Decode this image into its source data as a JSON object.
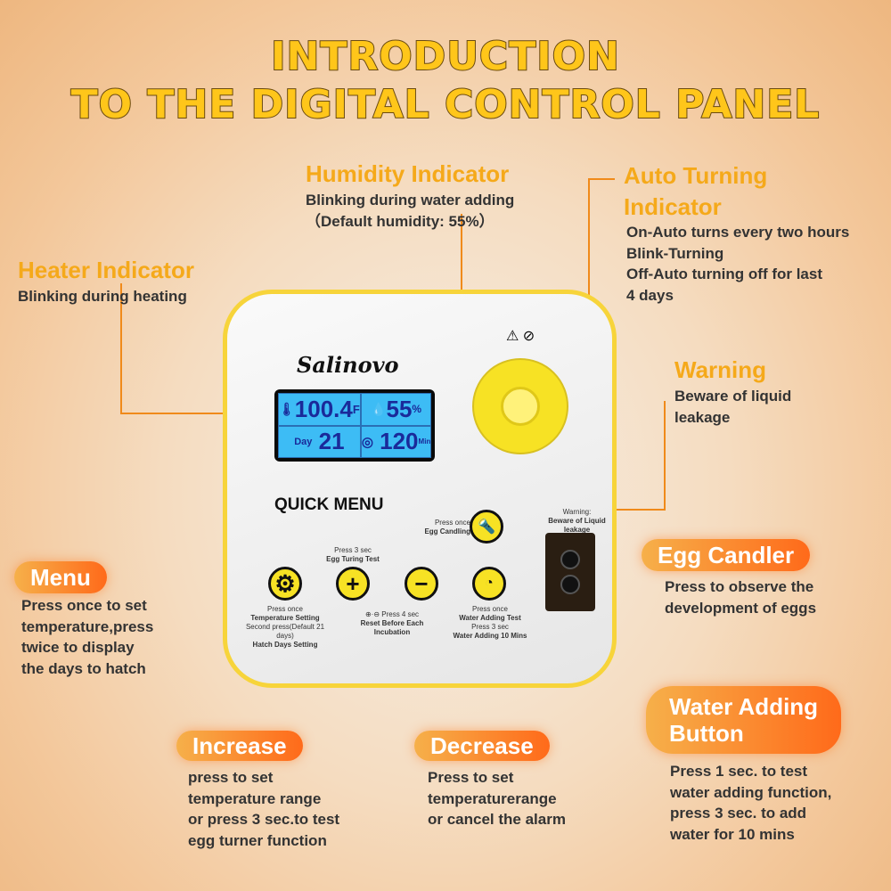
{
  "title": {
    "line1": "INTRODUCTION",
    "line2": "TO THE DIGITAL CONTROL PANEL"
  },
  "humidity": {
    "title": "Humidity Indicator",
    "lines": [
      "Blinking during water adding",
      "（Default humidity: 55%）"
    ]
  },
  "auto_turning": {
    "title1": "Auto Turning",
    "title2": "Indicator",
    "lines": [
      "On-Auto turns every two hours",
      "Blink-Turning",
      "Off-Auto turning off for last",
      "4 days"
    ]
  },
  "heater": {
    "title": "Heater Indicator",
    "lines": [
      "Blinking during heating"
    ]
  },
  "warning": {
    "title": "Warning",
    "lines": [
      "Beware of liquid",
      "leakage"
    ]
  },
  "egg_candler": {
    "title": "Egg Candler",
    "lines": [
      "Press to observe the",
      "development of eggs"
    ]
  },
  "menu": {
    "title": "Menu",
    "lines": [
      "Press once to set",
      "temperature,press",
      "twice to display",
      "the days to hatch"
    ]
  },
  "water_adding": {
    "title1": "Water Adding",
    "title2": "Button",
    "lines": [
      "Press 1 sec. to test",
      "water adding function,",
      "press 3 sec. to add",
      "water for 10 mins"
    ]
  },
  "increase": {
    "title": "Increase",
    "lines": [
      "press to set",
      "temperature range",
      "or press 3 sec.to test",
      "egg turner function"
    ]
  },
  "decrease": {
    "title": "Decrease",
    "lines": [
      "Press to set",
      "temperaturerange",
      "or cancel the alarm"
    ]
  },
  "panel": {
    "brand": "Salinovo",
    "lcd": {
      "temp": "100.4",
      "temp_unit": "F",
      "humidity": "55",
      "humidity_unit": "%",
      "day_label": "Day",
      "day": "21",
      "turn_minutes": "120",
      "min_label": "Min"
    },
    "quick_menu": "QUICK MENU",
    "candling": {
      "l1": "Press once",
      "l2": "Egg Candling"
    },
    "warning": {
      "l1": "Warning:",
      "l2": "Beware of Liquid leakage"
    },
    "plus_label": {
      "l1": "Press 3 sec",
      "l2": "Egg Turing Test"
    },
    "gear_label": {
      "l1": "Press once",
      "l2": "Temperature Setting",
      "l3": "Second press(Default 21 days)",
      "l4": "Hatch Days Setting"
    },
    "reset_label": {
      "l1": "Press 4 sec",
      "l2": "Reset Before Each Incubation"
    },
    "water_label": {
      "l1": "Press once",
      "l2": "Water Adding Test",
      "l3": "Press 3 sec",
      "l4": "Water Adding 10 Mins"
    }
  },
  "colors": {
    "accent": "#f5a91a",
    "panel_border": "#f7d43a",
    "lcd": "#3dbcf5",
    "button": "#f7e224"
  }
}
